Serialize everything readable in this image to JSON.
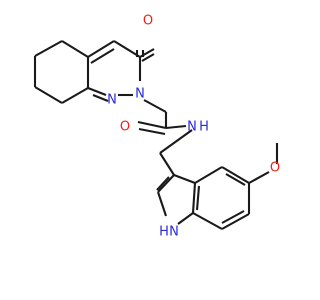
{
  "molecule": {
    "atoms": {
      "carbonyl_oxygen_ring": "O",
      "ring_nitrogen_1": "N",
      "ring_nitrogen_2": "N",
      "amide_oxygen": "O",
      "amide_nh": "N",
      "amide_h": "H",
      "methoxy_oxygen": "O",
      "indole_nh": "H",
      "indole_n": "N"
    },
    "colors": {
      "bond": "#1a1a1a",
      "oxygen": "#e8221c",
      "nitrogen": "#2b2bd9",
      "carbon": "#1a1a1a"
    }
  }
}
